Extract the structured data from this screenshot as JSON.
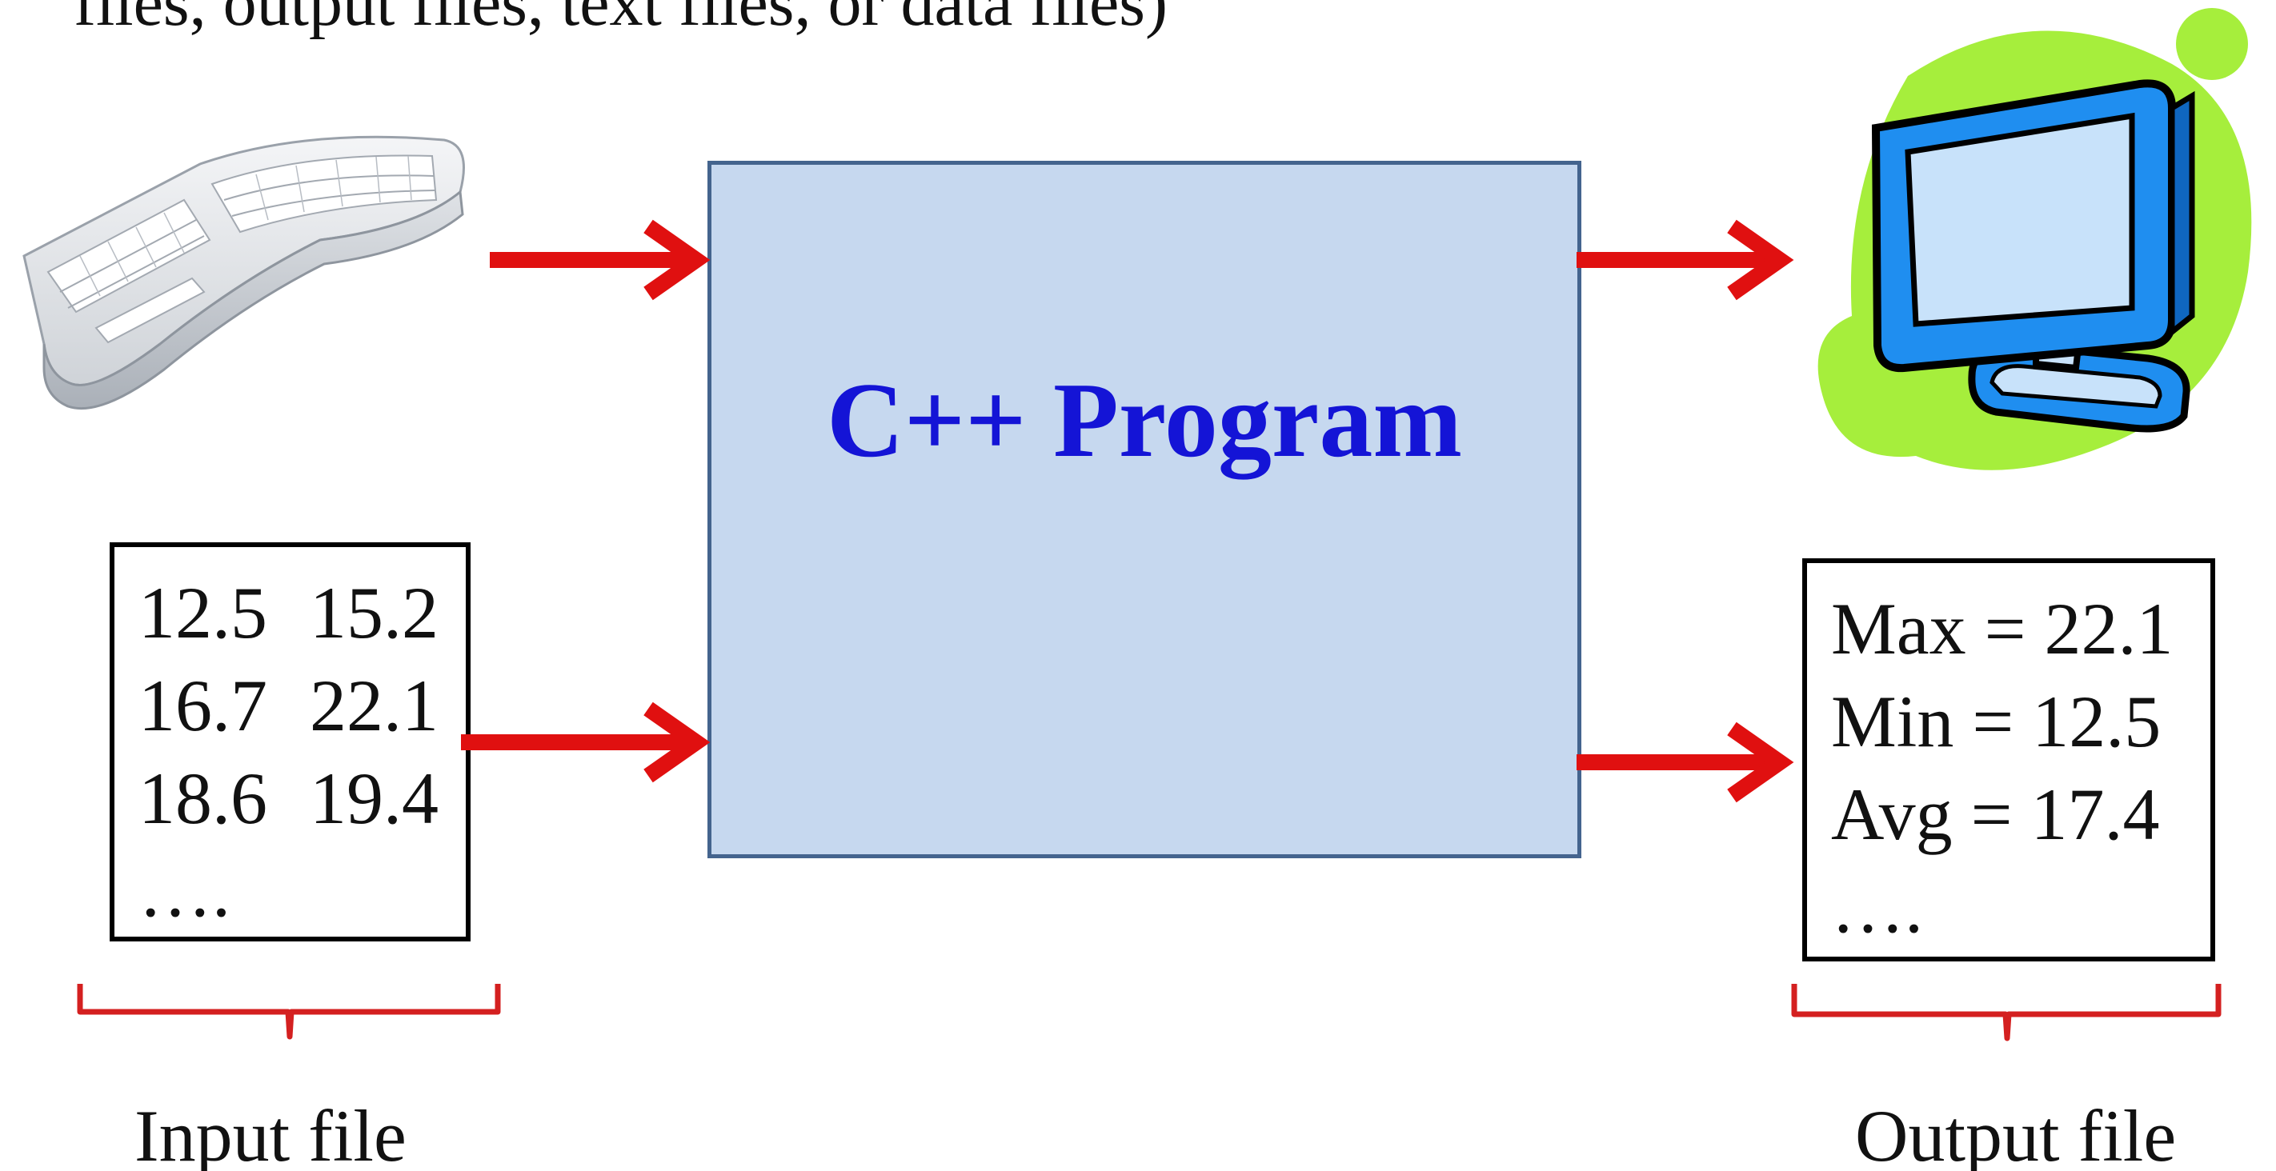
{
  "header": {
    "text": "files, output files, text files, or data files)"
  },
  "program": {
    "label": "C++ Program",
    "box_color": "#c6d8ef",
    "border_color": "#44648e",
    "label_color": "#1414d6"
  },
  "inputs": {
    "keyboard_icon": "keyboard-icon",
    "file_lines": [
      {
        "a": "12.5",
        "b": "15.2"
      },
      {
        "a": "16.7",
        "b": "22.1"
      },
      {
        "a": "18.6",
        "b": "19.4"
      },
      {
        "a": "….",
        "b": ""
      }
    ],
    "caption": "Input file"
  },
  "outputs": {
    "monitor_icon": "monitor-icon",
    "file_lines": [
      "Max = 22.1",
      "Min = 12.5",
      "Avg = 17.4",
      "…."
    ],
    "caption": "Output file"
  },
  "colors": {
    "arrow": "#e01010",
    "brace": "#d42020",
    "monitor_blob": "#a6ee3c",
    "monitor_frame": "#1f8ef0",
    "monitor_screen": "#c8e2fa"
  }
}
